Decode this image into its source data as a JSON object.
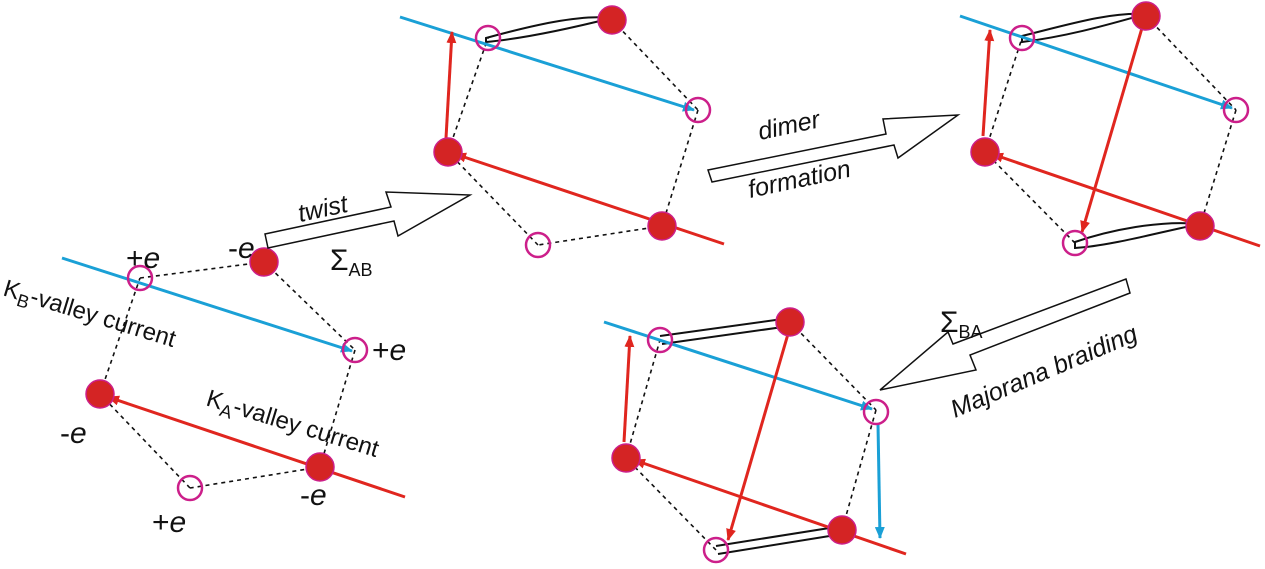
{
  "colors": {
    "red": "#e0261f",
    "electron_fill": "#d42424",
    "hole_ring": "#cc1f8a",
    "blue": "#1aa0d6"
  },
  "labels": {
    "charge_plus": "+",
    "charge_minus": "-",
    "charge_e": "e",
    "kb_main": "K",
    "kb_sub": "B",
    "kb_rest": "-valley current",
    "ka_main": "K",
    "ka_sub": "A",
    "ka_rest": "-valley current",
    "sigma": "Σ",
    "sigma_ab_sub": "AB",
    "sigma_ba_sub": "BA",
    "twist": "twist",
    "dimer": "dimer",
    "formation": "formation",
    "majorana": "Majorana braiding"
  }
}
